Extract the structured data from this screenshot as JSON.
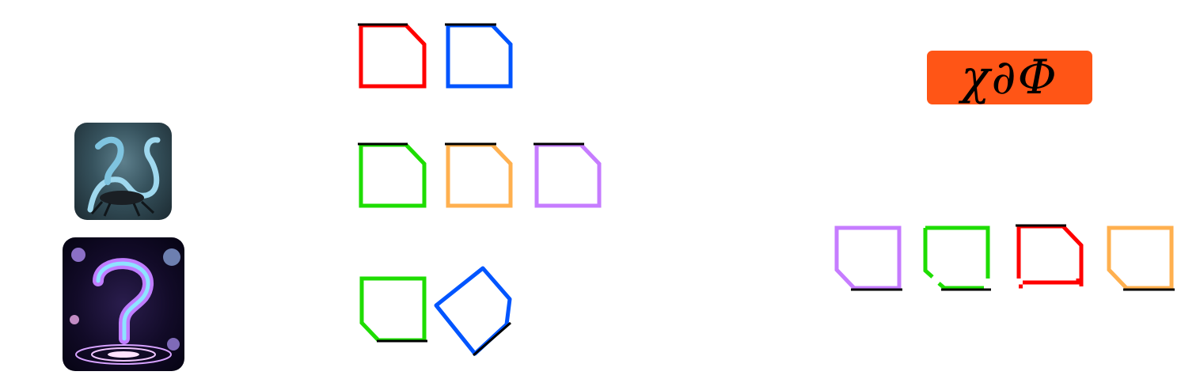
{
  "badge": {
    "text": "χ∂Φ",
    "color": "#ff5516"
  },
  "images": [
    {
      "name": "scorpion-dragon-image"
    },
    {
      "name": "cosmic-question-mark-image"
    }
  ],
  "colors": {
    "red": "#ff0000",
    "blue": "#0055ff",
    "green": "#1edd00",
    "orange": "#ffb04f",
    "purple": "#c67cff",
    "edge_marker": "#000000"
  },
  "pieces": {
    "source_row_1": [
      "red",
      "blue"
    ],
    "source_row_2": [
      "green",
      "orange",
      "purple"
    ],
    "source_row_3": [
      "green",
      "blue"
    ],
    "answer_row": [
      "purple",
      "green",
      "red",
      "orange"
    ]
  }
}
